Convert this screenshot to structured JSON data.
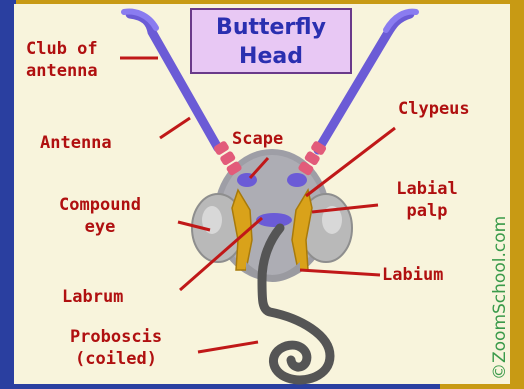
{
  "title": {
    "line1": "Butterfly",
    "line2": "Head"
  },
  "labels": {
    "club_of_antenna": [
      "Club of",
      "antenna"
    ],
    "antenna": "Antenna",
    "scape": "Scape",
    "clypeus": "Clypeus",
    "compound_eye": [
      "Compound",
      "eye"
    ],
    "labial_palp": [
      "Labial",
      "palp"
    ],
    "labium": "Labium",
    "labrum": "Labrum",
    "proboscis": [
      "Proboscis",
      "(coiled)"
    ]
  },
  "watermark": "©ZoomSchool.com",
  "colors": {
    "label_text": "#b01010",
    "pointer_lines": "#c01818",
    "title_text": "#2a2fb0",
    "title_bg": "#e8c8f4",
    "antenna": "#6b5bd6",
    "scape": "#e25b7a",
    "palp": "#d9a21a",
    "eye": "#b9b9b9",
    "proboscis": "#555555",
    "border_gold": "#c89a14",
    "border_blue": "#2a3fa0"
  }
}
